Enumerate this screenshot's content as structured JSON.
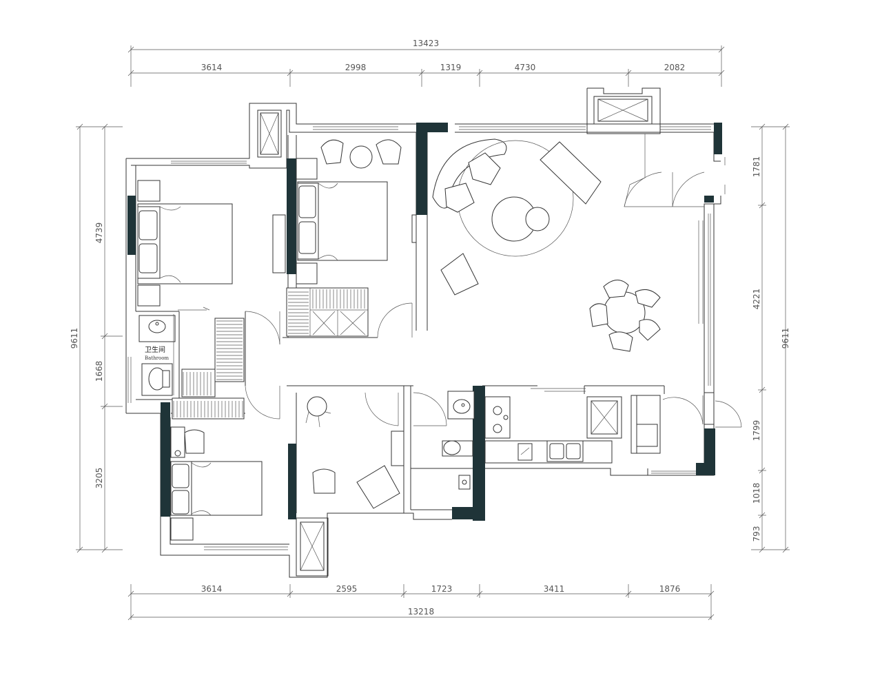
{
  "dimensions": {
    "top_total": "13423",
    "top_segments": [
      "3614",
      "2998",
      "1319",
      "4730",
      "2082"
    ],
    "bottom_total": "13218",
    "bottom_segments": [
      "3614",
      "2595",
      "1723",
      "3411",
      "1876"
    ],
    "left_total": "9611",
    "left_segments": [
      "4739",
      "1668",
      "3205"
    ],
    "right_total": "9611",
    "right_segments": [
      "1781",
      "4221",
      "1799",
      "1018",
      "793"
    ]
  },
  "rooms": {
    "bathroom_cn": "卫生间",
    "bathroom_en": "Bathroom"
  }
}
